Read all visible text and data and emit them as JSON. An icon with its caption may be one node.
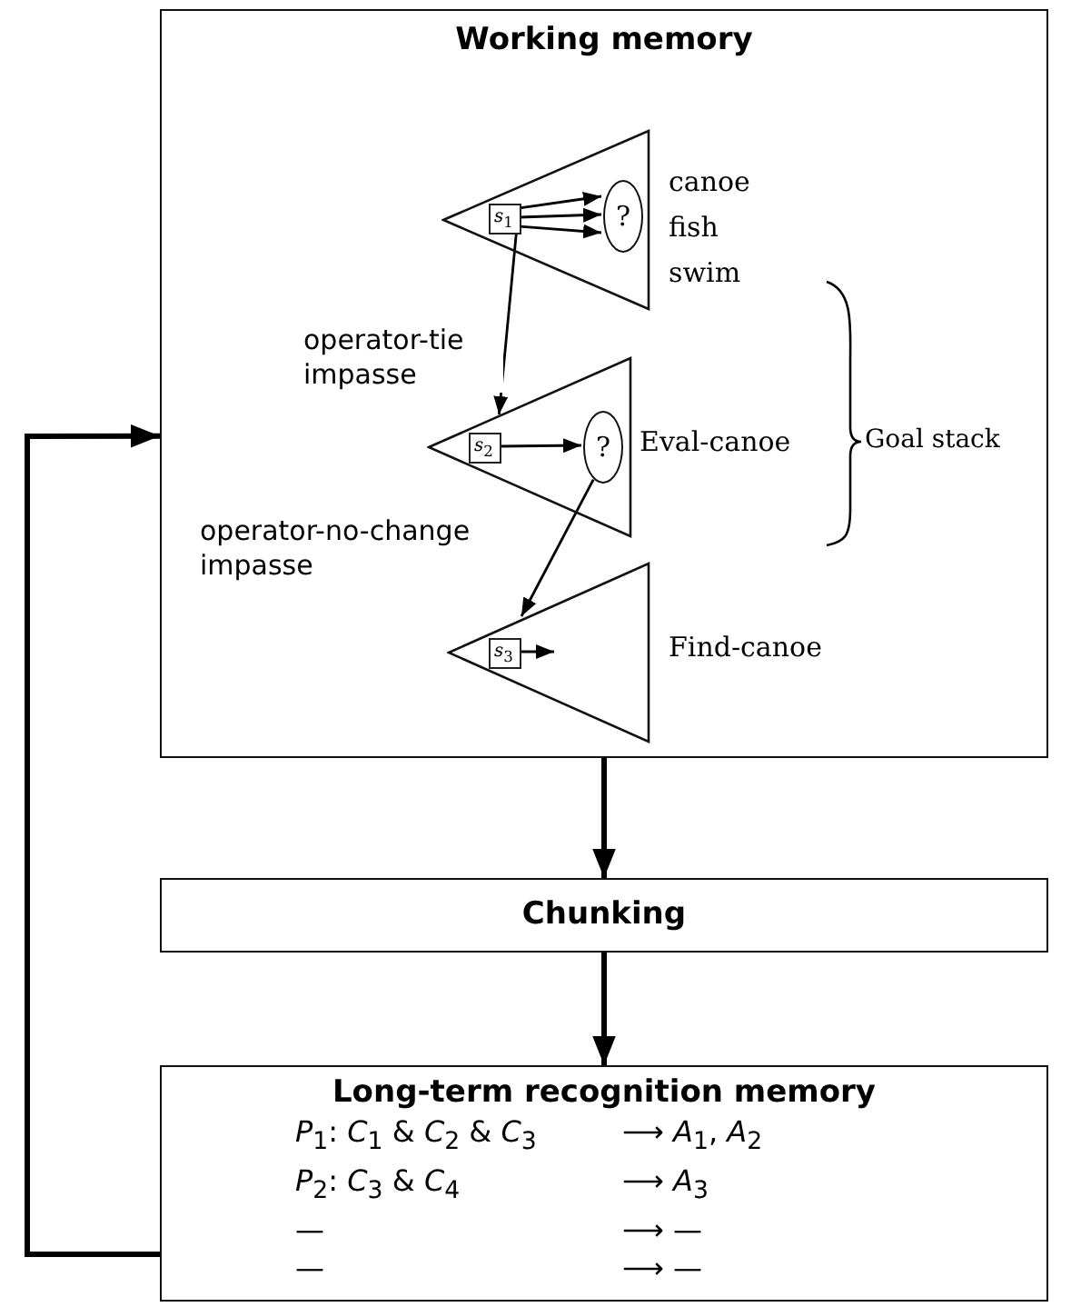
{
  "diagram": {
    "nodes": [
      {
        "text": [
          "Working memory"
        ]
      },
      {
        "text": [],
        "shape": "triangle",
        "in": 0,
        "beside": [
          "canoe",
          "fish",
          "swim"
        ]
      },
      {
        "text": [
          "*s*$_{1}$"
        ],
        "in": 1
      },
      {
        "text": [
          "?"
        ],
        "in": 1
      },
      {
        "text": [],
        "shape": "triangle",
        "in": 0,
        "beside": [
          "Eval-canoe"
        ]
      },
      {
        "text": [
          "*s*$_{2}$"
        ],
        "in": 4
      },
      {
        "text": [
          "?"
        ],
        "in": 4
      },
      {
        "text": [],
        "shape": "triangle",
        "in": 0,
        "beside": [
          "Find-canoe"
        ]
      },
      {
        "text": [
          "*s*$_{3}$"
        ],
        "in": 7
      },
      {
        "text": [
          "Chunking"
        ]
      },
      {
        "text": [
          "Long-term recognition memory",
          "*P*$_{1}$: *C*$_{1}$ & *C*$_{2}$ & *C*$_{3}$",
          "⟶ *A*$_{1}$, *A*$_{2}$",
          "*P*$_{2}$: *C*$_{3}$ & *C*$_{4}$",
          "⟶ *A*$_{3}$",
          "—",
          "⟶ —",
          "—",
          "⟶ —"
        ]
      }
    ],
    "edges": [
      {
        "from": 2,
        "to": 3,
        "arrow": "to"
      },
      {
        "from": 2,
        "to": 3,
        "arrow": "to"
      },
      {
        "from": 2,
        "to": 3,
        "arrow": "to"
      },
      {
        "from": 2,
        "to": 4,
        "arrow": "to",
        "label": "operator-tie impasse"
      },
      {
        "from": 5,
        "to": 6,
        "arrow": "to"
      },
      {
        "from": 6,
        "to": 7,
        "arrow": "to",
        "label": "operator-no-change impasse"
      },
      {
        "from": 8,
        "to": null,
        "arrow": "to"
      },
      {
        "from": 0,
        "to": 9,
        "arrow": "to",
        "style": "thick"
      },
      {
        "from": 9,
        "to": 10,
        "arrow": "to",
        "style": "thick"
      },
      {
        "from": 10,
        "to": 0,
        "arrow": "to",
        "style": "thick"
      }
    ],
    "labels": [
      "Goal stack"
    ]
  }
}
